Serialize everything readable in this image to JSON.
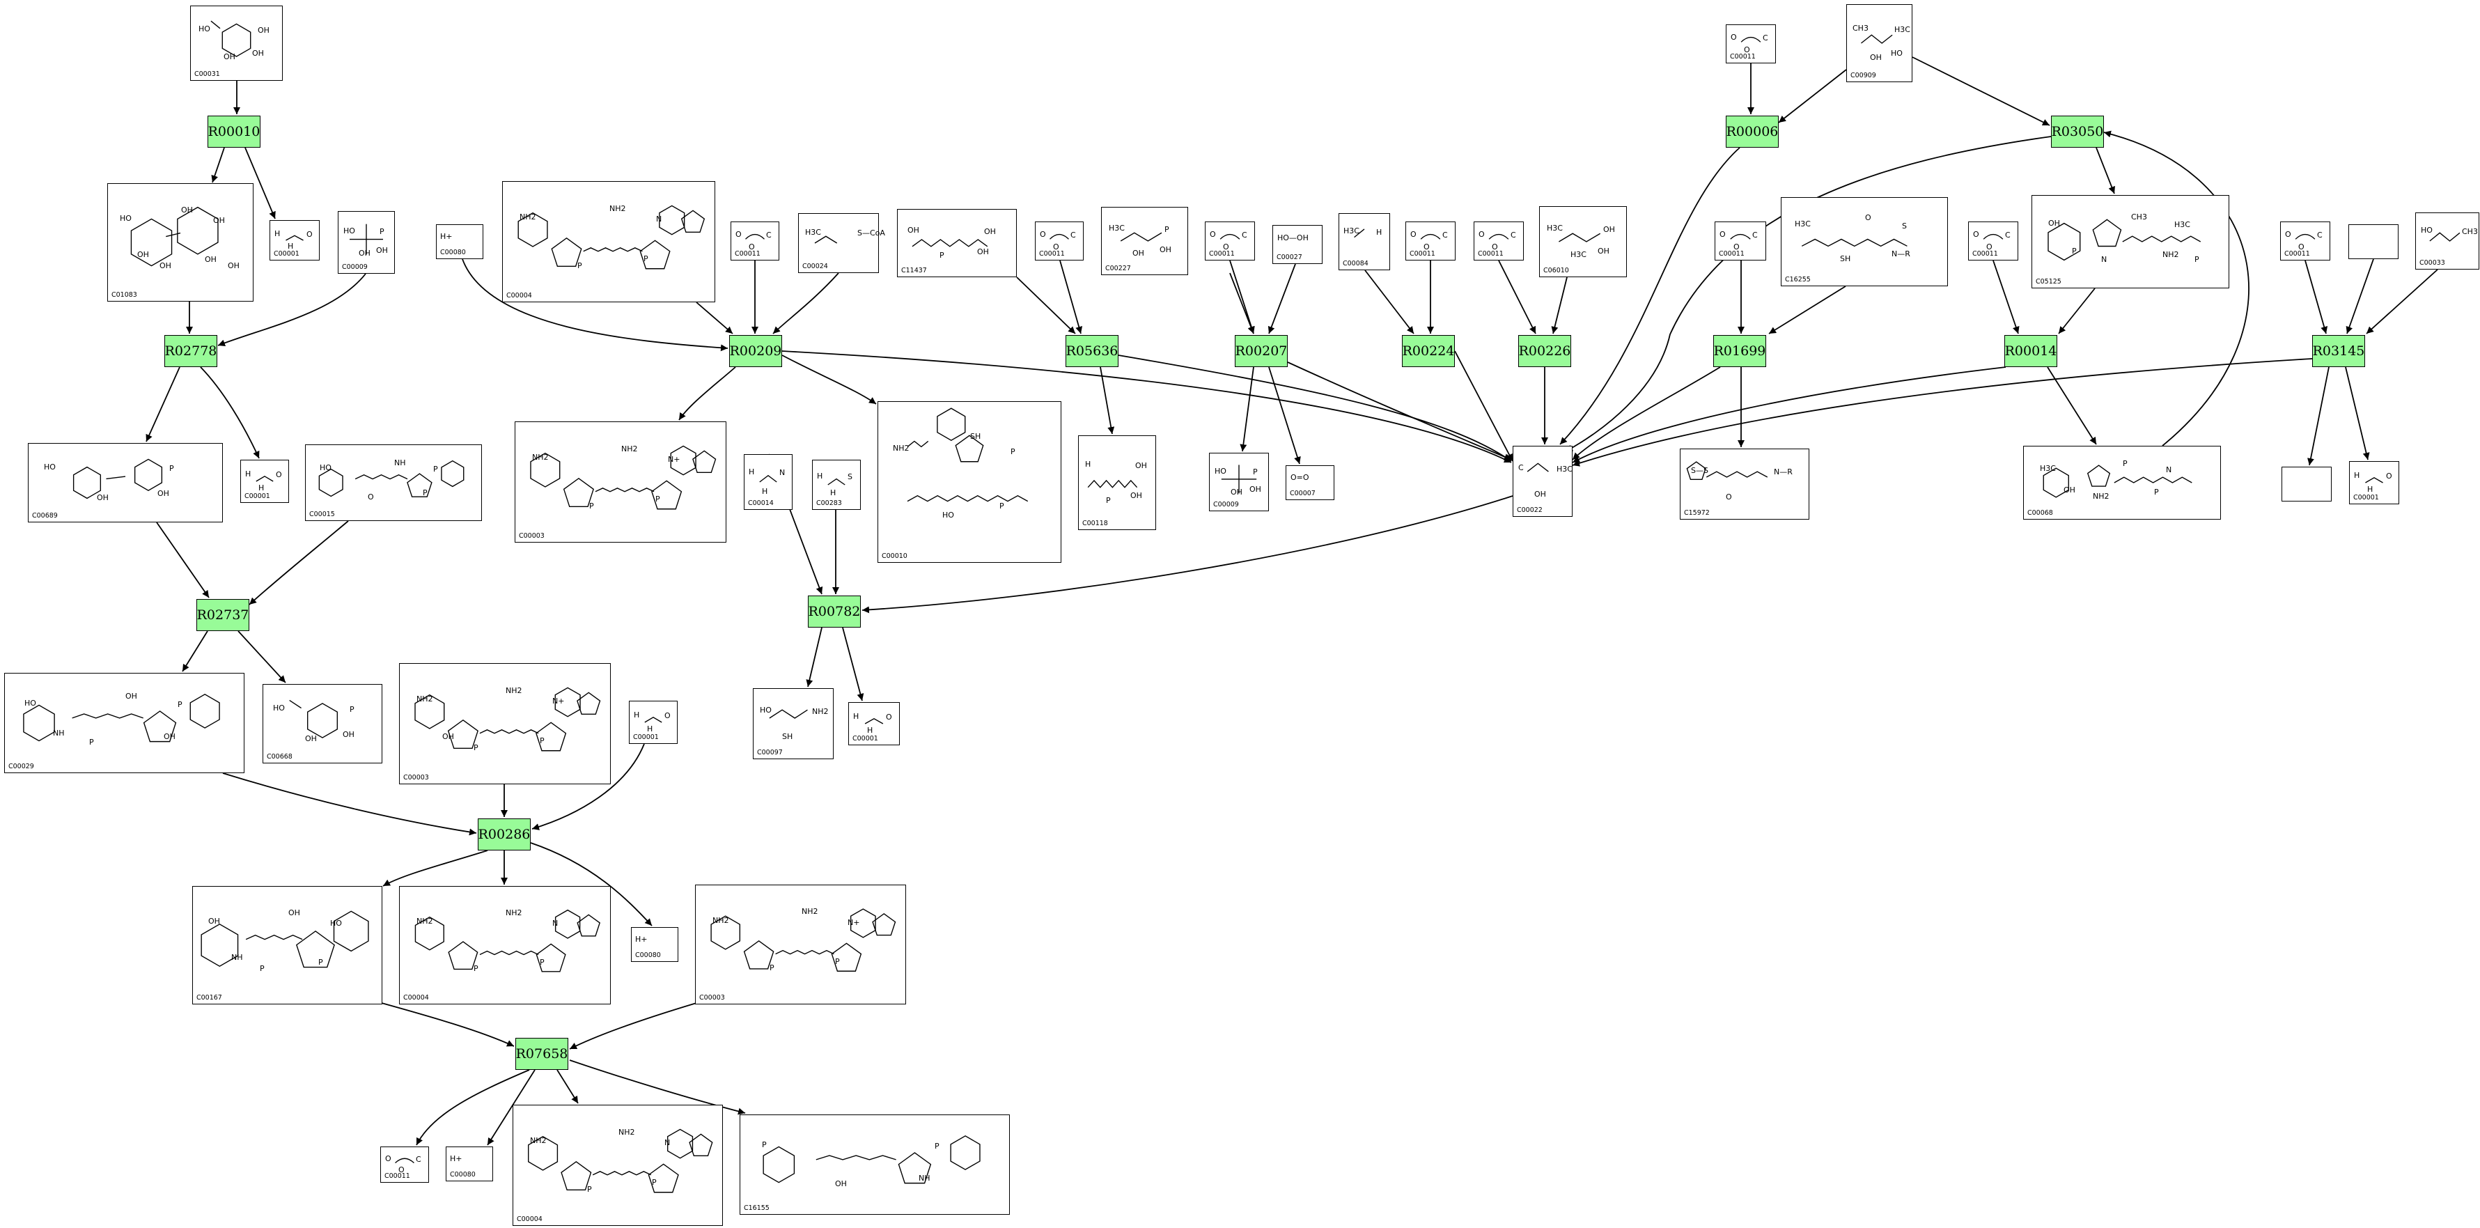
{
  "reactions": [
    {
      "id": "R00010"
    },
    {
      "id": "R02778"
    },
    {
      "id": "R02737"
    },
    {
      "id": "R00286"
    },
    {
      "id": "R07658"
    },
    {
      "id": "R00209"
    },
    {
      "id": "R00782"
    },
    {
      "id": "R05636"
    },
    {
      "id": "R00207"
    },
    {
      "id": "R00224"
    },
    {
      "id": "R00226"
    },
    {
      "id": "R00006"
    },
    {
      "id": "R03050"
    },
    {
      "id": "R01699"
    },
    {
      "id": "R00014"
    },
    {
      "id": "R03145"
    }
  ],
  "compounds": [
    {
      "id": "C00031",
      "text": [
        "HO",
        "OH",
        "OH",
        "OH"
      ]
    },
    {
      "id": "C01083",
      "text": [
        "HO",
        "OH",
        "OH",
        "OH",
        "OH",
        "OH",
        "OH"
      ]
    },
    {
      "id": "C00001",
      "text": [
        "H",
        "O",
        "H"
      ]
    },
    {
      "id": "C00009",
      "text": [
        "HO",
        "P",
        "OH",
        "OH"
      ]
    },
    {
      "id": "C00689",
      "text": [
        "HO",
        "P",
        "OH",
        "OH"
      ]
    },
    {
      "id": "C00001",
      "text": [
        "H",
        "O",
        "H"
      ]
    },
    {
      "id": "C00015",
      "text": [
        "HO",
        "P",
        "O",
        "P",
        "NH"
      ]
    },
    {
      "id": "C00029",
      "text": [
        "HO",
        "P",
        "P",
        "OH",
        "OH",
        "NH"
      ]
    },
    {
      "id": "C00668",
      "text": [
        "HO",
        "P",
        "OH",
        "OH"
      ]
    },
    {
      "id": "C00003",
      "text": [
        "NH2",
        "N+",
        "P",
        "P",
        "NH2",
        "OH"
      ]
    },
    {
      "id": "C00001",
      "text": [
        "H",
        "O",
        "H"
      ]
    },
    {
      "id": "C00167",
      "text": [
        "OH",
        "HO",
        "P",
        "P",
        "OH",
        "NH"
      ]
    },
    {
      "id": "C00004",
      "text": [
        "NH2",
        "N",
        "P",
        "P",
        "NH2"
      ]
    },
    {
      "id": "C00080",
      "text": [
        "H+"
      ]
    },
    {
      "id": "C00003",
      "text": [
        "NH2",
        "N+",
        "P",
        "P",
        "NH2"
      ]
    },
    {
      "id": "C00011",
      "text": [
        "O",
        "C",
        "O"
      ]
    },
    {
      "id": "C00080",
      "text": [
        "H+"
      ]
    },
    {
      "id": "C00004",
      "text": [
        "NH2",
        "N",
        "P",
        "P",
        "NH2"
      ]
    },
    {
      "id": "C16155",
      "text": [
        "P",
        "P",
        "OH",
        "NH"
      ]
    },
    {
      "id": "C00080",
      "text": [
        "H+"
      ]
    },
    {
      "id": "C00004",
      "text": [
        "NH2",
        "N",
        "P",
        "P",
        "NH2"
      ]
    },
    {
      "id": "C00011",
      "text": [
        "O",
        "C",
        "O"
      ]
    },
    {
      "id": "C00024",
      "text": [
        "H3C",
        "S—CoA"
      ]
    },
    {
      "id": "C00003",
      "text": [
        "NH2",
        "N+",
        "P",
        "P",
        "NH2"
      ]
    },
    {
      "id": "C00014",
      "text": [
        "H",
        "N",
        "H"
      ]
    },
    {
      "id": "C00283",
      "text": [
        "H",
        "S",
        "H"
      ]
    },
    {
      "id": "C00010",
      "text": [
        "NH2",
        "P",
        "HO",
        "P",
        "SH"
      ]
    },
    {
      "id": "C00097",
      "text": [
        "HO",
        "NH2",
        "SH"
      ]
    },
    {
      "id": "C00001",
      "text": [
        "H",
        "O",
        "H"
      ]
    },
    {
      "id": "C11437",
      "text": [
        "OH",
        "OH",
        "P",
        "OH"
      ]
    },
    {
      "id": "C00011",
      "text": [
        "O",
        "C",
        "O"
      ]
    },
    {
      "id": "C00227",
      "text": [
        "H3C",
        "P",
        "OH",
        "OH"
      ]
    },
    {
      "id": "C00118",
      "text": [
        "H",
        "OH",
        "P",
        "OH"
      ]
    },
    {
      "id": "C00011",
      "text": [
        "O",
        "C",
        "O"
      ]
    },
    {
      "id": "C00027",
      "text": [
        "HO—OH"
      ]
    },
    {
      "id": "C00009",
      "text": [
        "HO",
        "P",
        "OH",
        "OH"
      ]
    },
    {
      "id": "C00007",
      "text": [
        "O=O"
      ]
    },
    {
      "id": "C00084",
      "text": [
        "H3C",
        "H"
      ]
    },
    {
      "id": "C00011",
      "text": [
        "O",
        "C",
        "O"
      ]
    },
    {
      "id": "C00011",
      "text": [
        "O",
        "C",
        "O"
      ]
    },
    {
      "id": "C06010",
      "text": [
        "H3C",
        "OH",
        "H3C",
        "OH"
      ]
    },
    {
      "id": "C00022",
      "text": [
        "C",
        "H3C",
        "OH"
      ]
    },
    {
      "id": "C00011",
      "text": [
        "O",
        "C",
        "O"
      ]
    },
    {
      "id": "C00909",
      "text": [
        "CH3",
        "H3C",
        "OH",
        "HO"
      ]
    },
    {
      "id": "C00011",
      "text": [
        "O",
        "C",
        "O"
      ]
    },
    {
      "id": "C16255",
      "text": [
        "H3C",
        "S",
        "SH",
        "N—R",
        "O"
      ]
    },
    {
      "id": "C15972",
      "text": [
        "S—S",
        "N—R",
        "O"
      ]
    },
    {
      "id": "C00011",
      "text": [
        "O",
        "C",
        "O"
      ]
    },
    {
      "id": "C05125",
      "text": [
        "OH",
        "H3C",
        "N",
        "NH2",
        "CH3",
        "P",
        "P"
      ]
    },
    {
      "id": "C00068",
      "text": [
        "H3C",
        "N",
        "NH2",
        "P",
        "P",
        "OH"
      ]
    },
    {
      "id": "C00011",
      "text": [
        "O",
        "C",
        "O"
      ]
    },
    {
      "id": "",
      "text": []
    },
    {
      "id": "C00033",
      "text": [
        "HO",
        "CH3"
      ]
    },
    {
      "id": "",
      "text": []
    },
    {
      "id": "C00001",
      "text": [
        "H",
        "O",
        "H"
      ]
    }
  ]
}
